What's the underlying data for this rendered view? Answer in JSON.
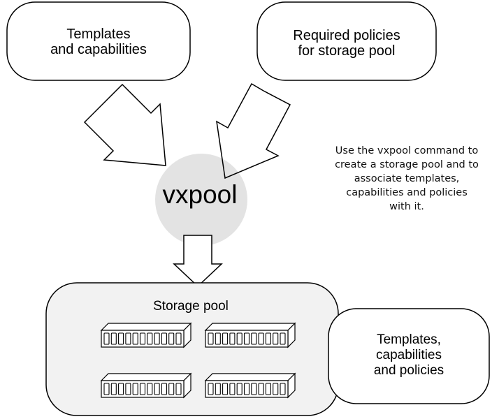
{
  "input_boxes": [
    {
      "lines": [
        "Templates",
        "and capabilities"
      ]
    },
    {
      "lines": [
        "Required policies",
        "for storage pool"
      ]
    }
  ],
  "center": {
    "label": "vxpool",
    "fill_color": "#e3e3e3"
  },
  "note": {
    "lines": [
      "Use the vxpool command to",
      "create a storage pool and to",
      "associate templates,",
      "capabilities and policies",
      "with it."
    ]
  },
  "storage_pool": {
    "label": "Storage pool",
    "fill_color": "#f2f2f2",
    "disk_arrays": 4
  },
  "output_box": {
    "lines": [
      "Templates,",
      "capabilities",
      "and policies"
    ]
  }
}
